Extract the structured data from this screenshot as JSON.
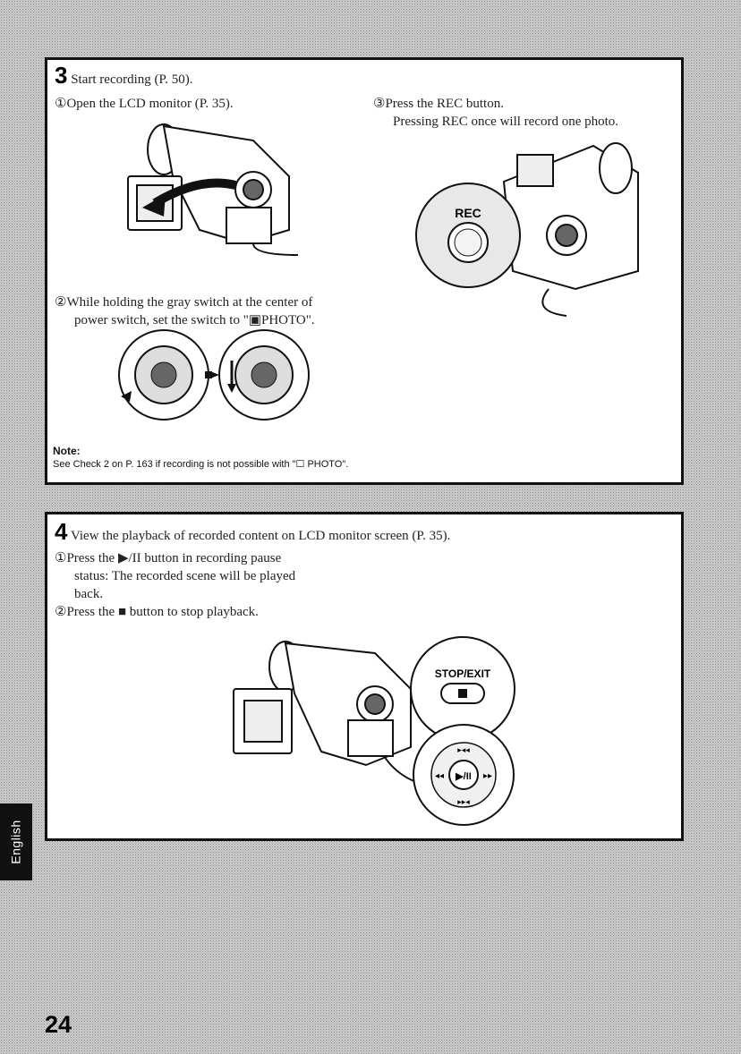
{
  "step3": {
    "number": "3",
    "title": "Start recording (P. 50).",
    "sub1": "①Open the LCD monitor (P. 35).",
    "sub2_line1": "②While holding the gray switch at the center of",
    "sub2_line2": "power switch, set the switch to \"▣PHOTO\".",
    "sub3_line1": "③Press the REC button.",
    "sub3_line2": "Pressing REC once will record one photo.",
    "rec_label": "REC",
    "note_title": "Note:",
    "note_text": "See Check 2 on P. 163 if recording is not possible with \"☐ PHOTO\"."
  },
  "step4": {
    "number": "4",
    "title": "View the playback of recorded content on LCD monitor screen (P. 35).",
    "sub1_line1": "①Press the ▶/II button in recording pause",
    "sub1_line2": "status: The recorded scene will be played",
    "sub1_line3": "back.",
    "sub2": "②Press the ■ button to stop playback.",
    "stop_label": "STOP/EXIT",
    "play_label": "▶/II"
  },
  "side_tab": "English",
  "page_number": "24"
}
